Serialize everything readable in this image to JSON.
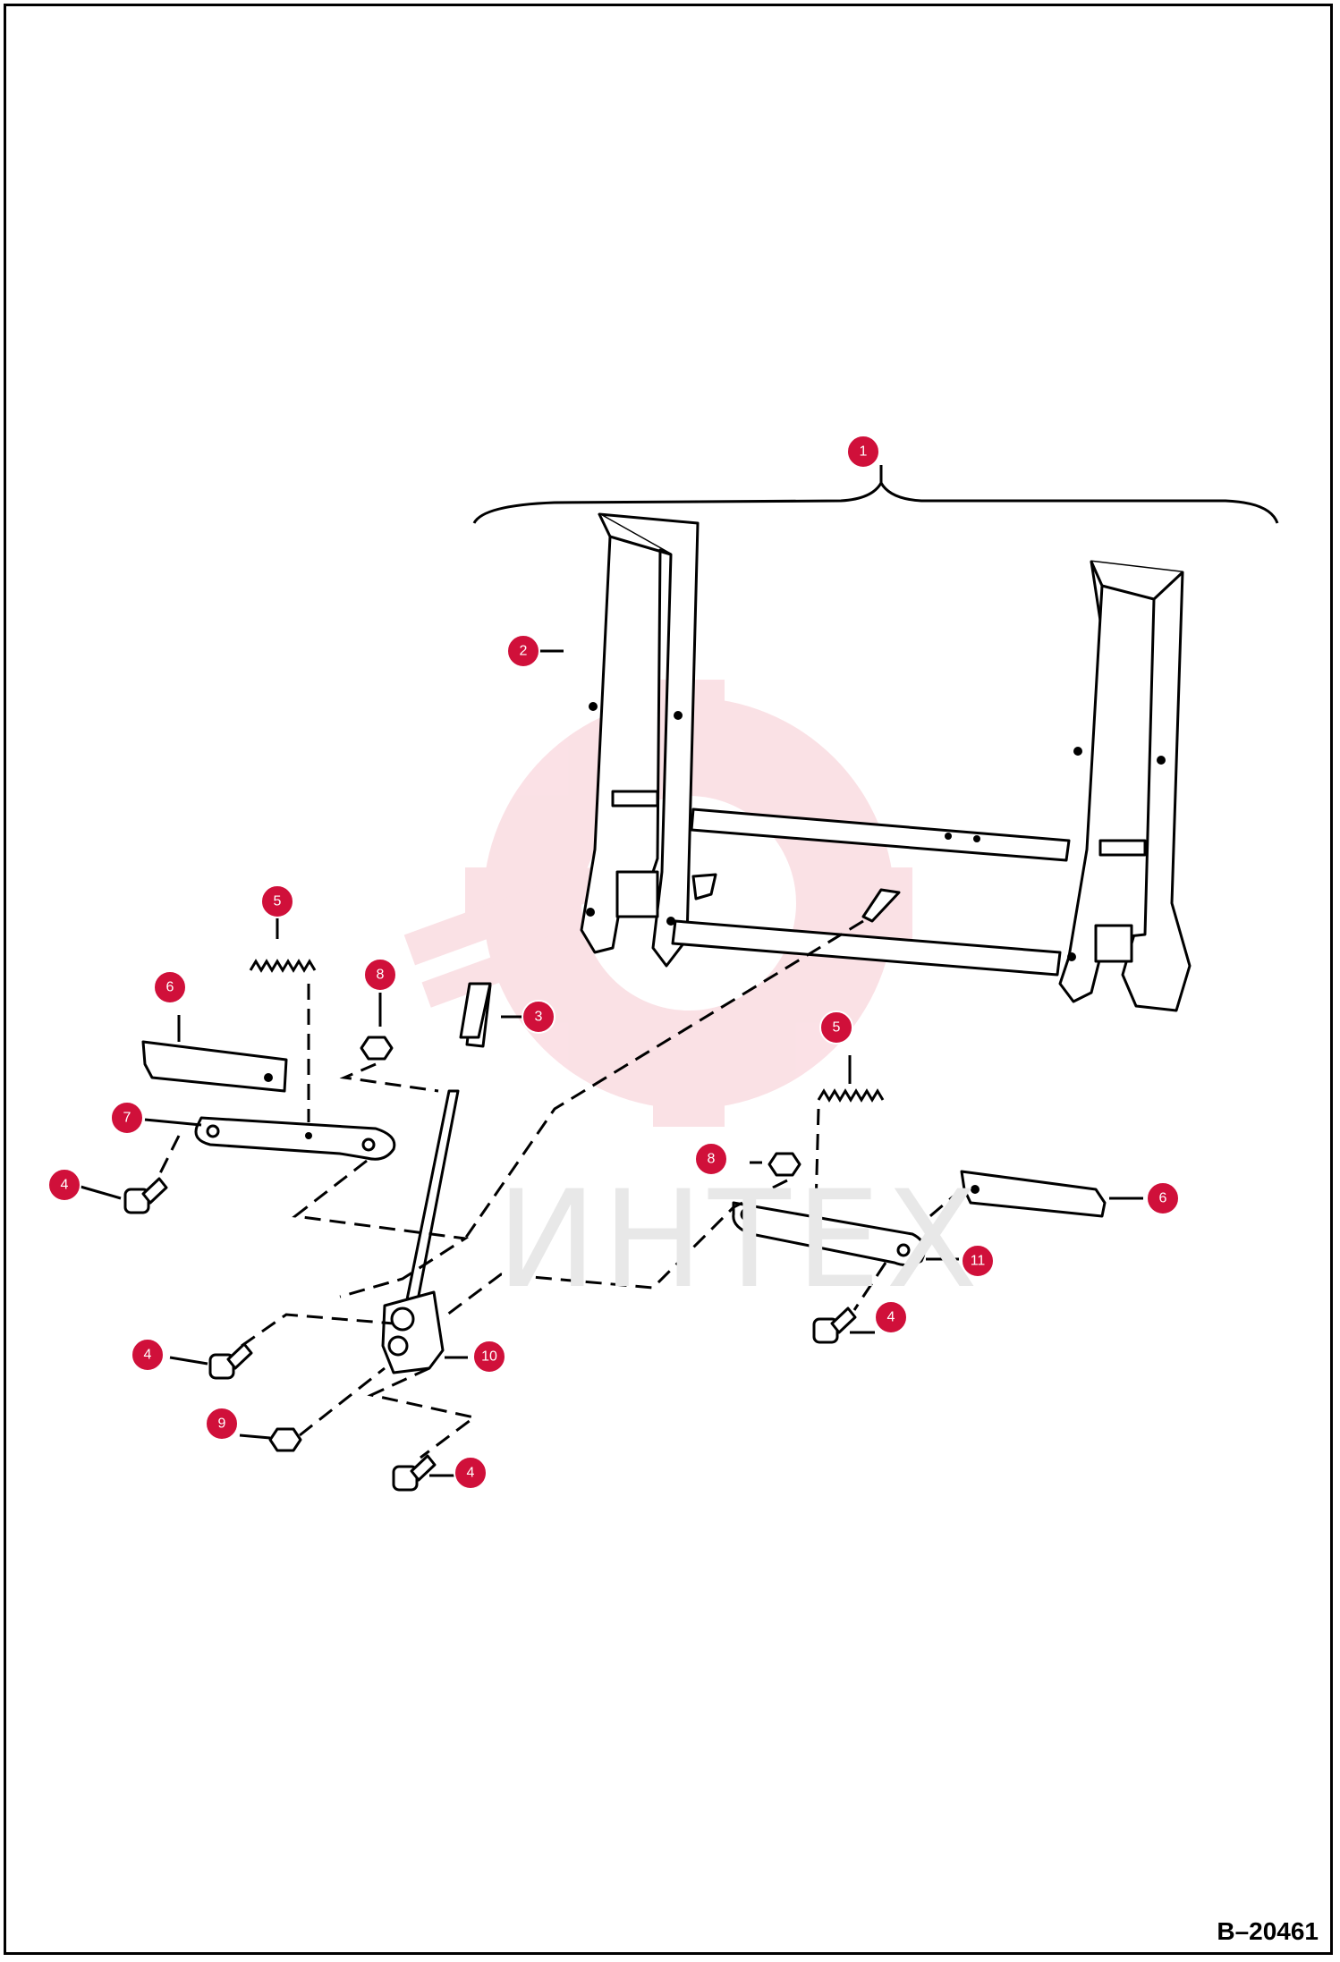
{
  "drawing_code": "B–20461",
  "watermark": {
    "text": "ИНТЕХ",
    "color": "#f7d0d6"
  },
  "callout_color": "#d0103a",
  "callouts": [
    {
      "label": "1"
    },
    {
      "label": "2"
    },
    {
      "label": "3"
    },
    {
      "label": "4"
    },
    {
      "label": "4"
    },
    {
      "label": "4"
    },
    {
      "label": "4"
    },
    {
      "label": "5"
    },
    {
      "label": "5"
    },
    {
      "label": "6"
    },
    {
      "label": "6"
    },
    {
      "label": "7"
    },
    {
      "label": "8"
    },
    {
      "label": "8"
    },
    {
      "label": "9"
    },
    {
      "label": "10"
    },
    {
      "label": "11"
    }
  ]
}
